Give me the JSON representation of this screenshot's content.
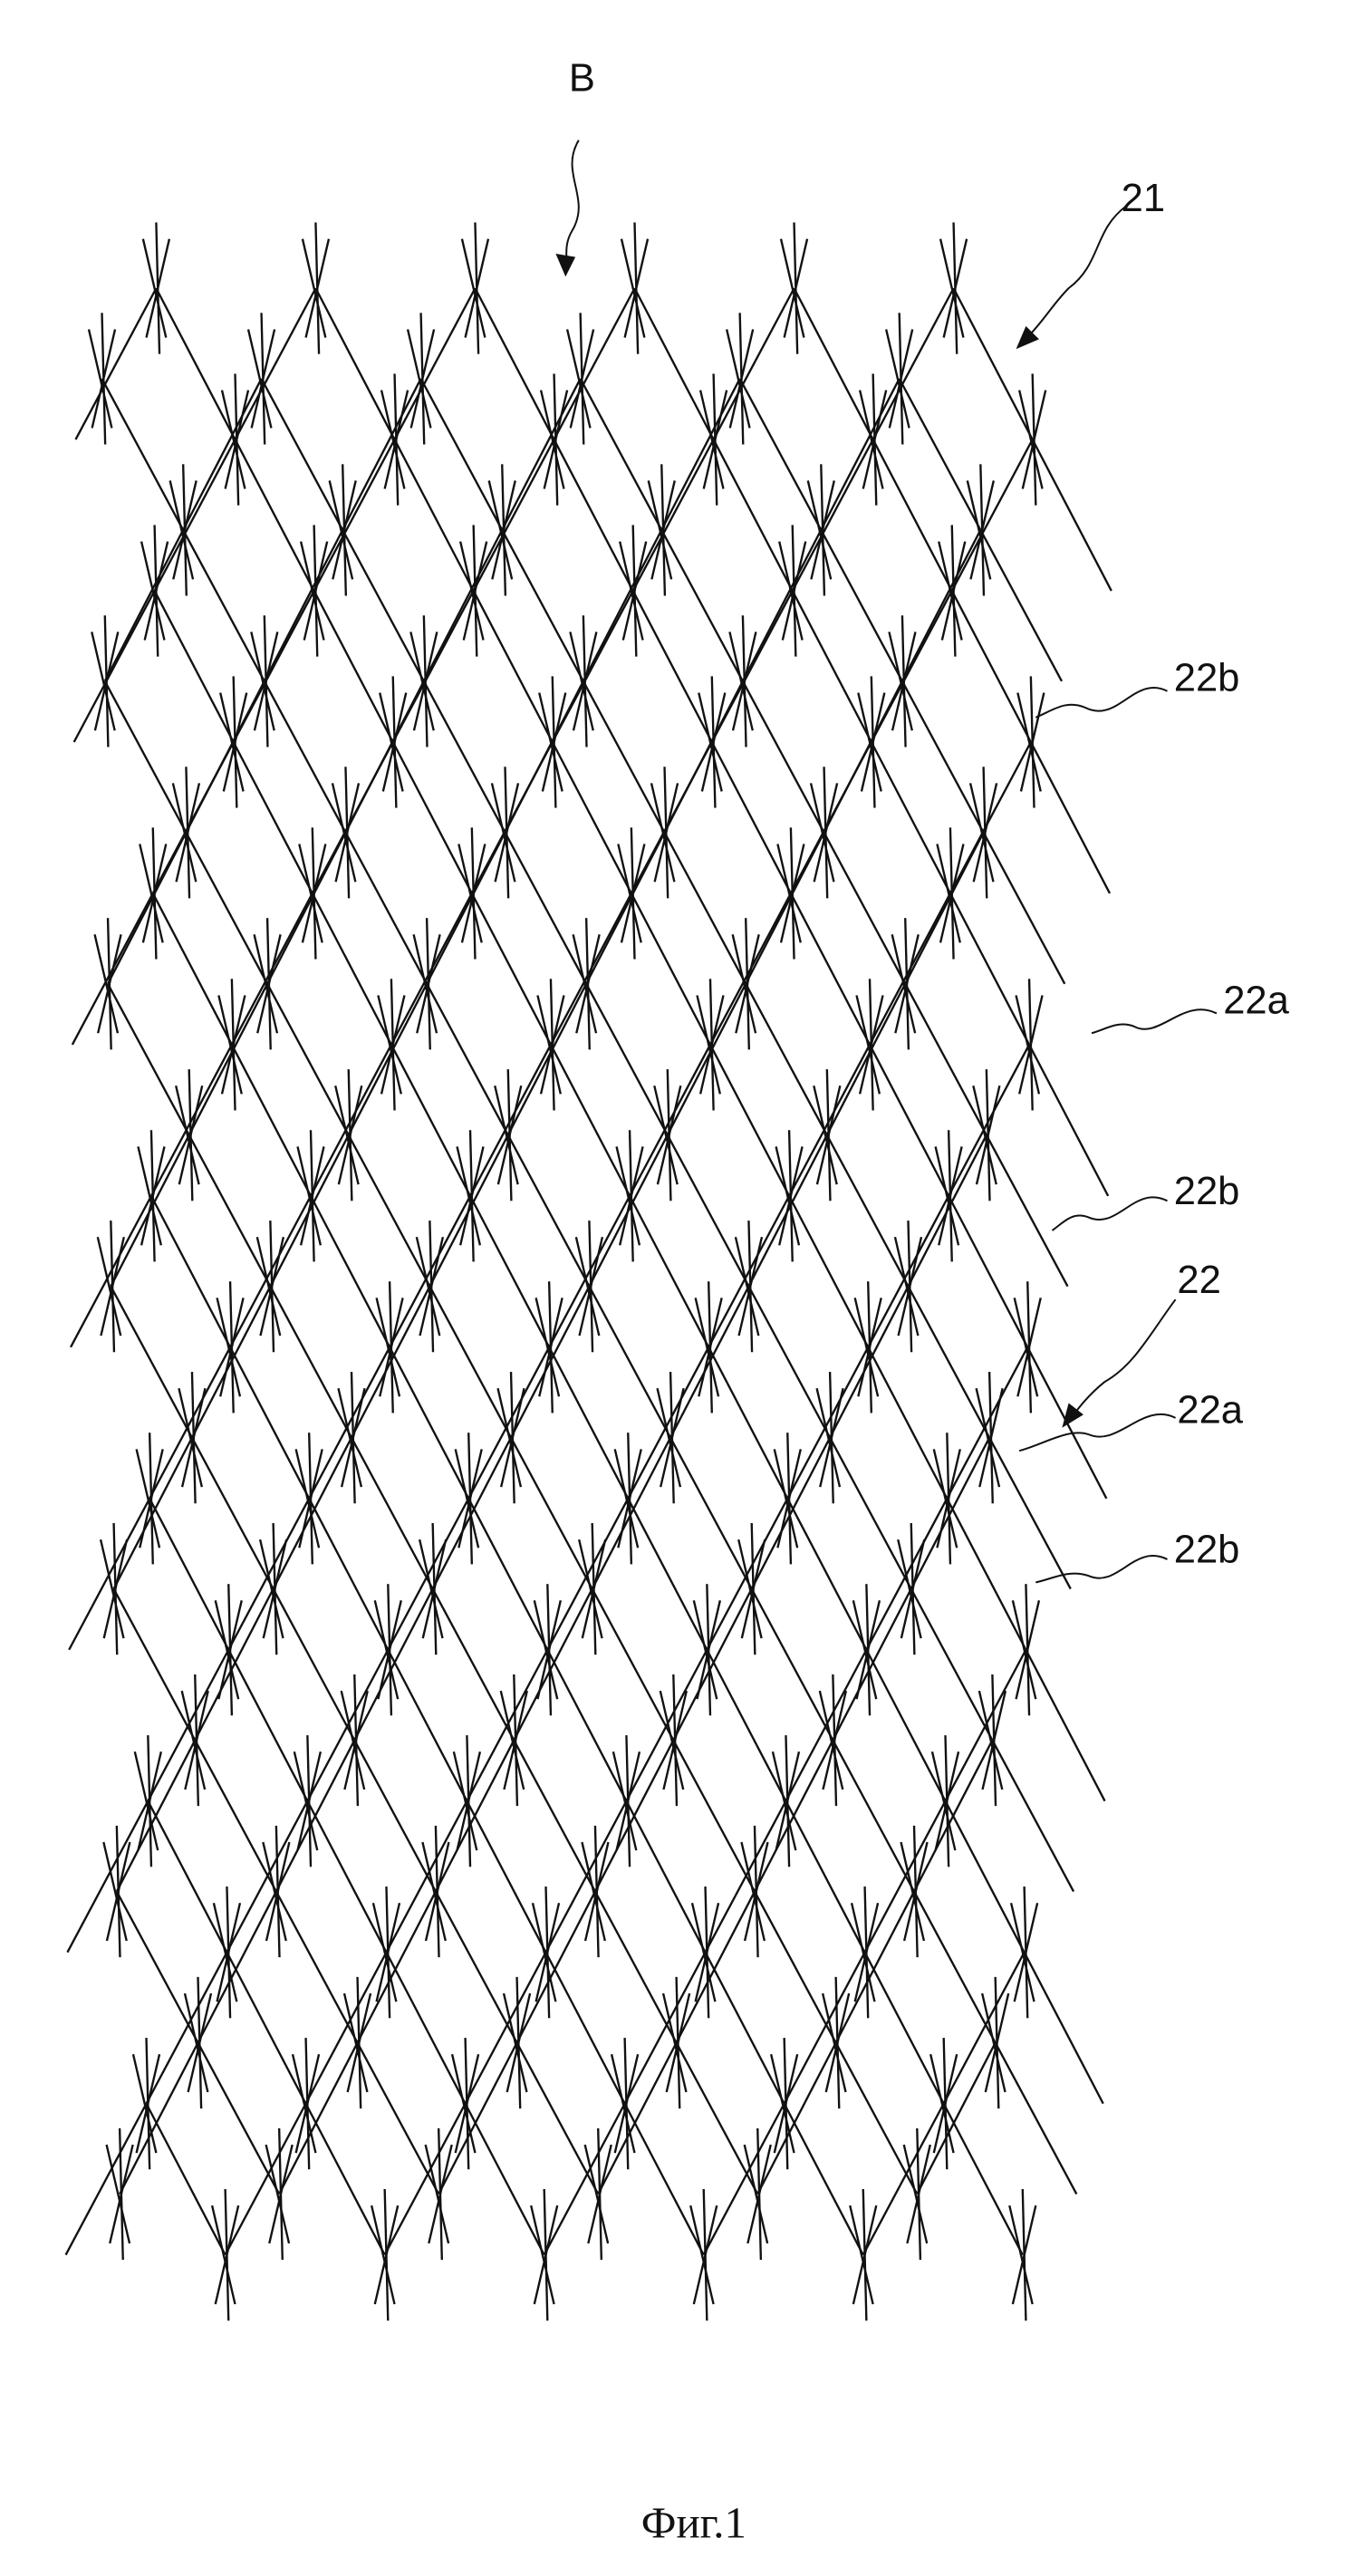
{
  "figure": {
    "caption": "Фиг.1",
    "labels": {
      "view": "B",
      "stent": "21",
      "strut_upper": "22b",
      "node_upper": "22a",
      "strut_middle": "22b",
      "cell": "22",
      "node_lower": "22a",
      "strut_lower": "22b"
    },
    "line_color": "#111111",
    "background": "#ffffff"
  }
}
